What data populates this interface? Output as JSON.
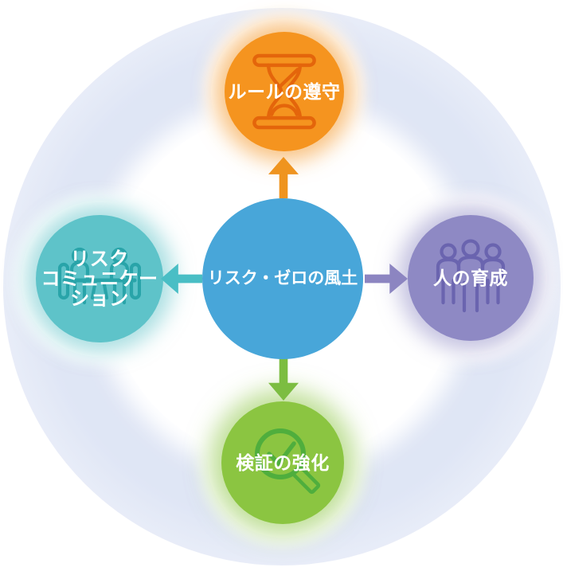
{
  "diagram": {
    "background_color": "#ffffff",
    "halo_color": "#d8e0f3",
    "center": {
      "label": "リスク・ゼロの風土",
      "color": "#48a6d9",
      "text_color": "#ffffff"
    },
    "nodes": {
      "top": {
        "label": "ルールの遵守",
        "color": "#f5941f",
        "icon": "hourglass-icon",
        "icon_color": "#e4650b",
        "arrow_direction": "up",
        "arrow_color": "#ef941f",
        "text_color": "#ffffff"
      },
      "right": {
        "label": "人の育成",
        "color": "#8e89c4",
        "icon": "people-group-icon",
        "icon_color": "#6a64af",
        "arrow_direction": "right",
        "arrow_color": "#8c85c1",
        "text_color": "#ffffff"
      },
      "bottom": {
        "label": "検証の強化",
        "color": "#8bc541",
        "icon": "magnifier-check-icon",
        "icon_color": "#4fae3d",
        "arrow_direction": "down",
        "arrow_color": "#7cbd41",
        "text_color": "#ffffff"
      },
      "left": {
        "label": "リスク\nコミュニケー\nション",
        "color": "#5ec3c9",
        "icon": "meeting-table-icon",
        "icon_color": "#29a4a9",
        "arrow_direction": "left",
        "arrow_color": "#49bec5",
        "text_color": "#ffffff"
      }
    }
  }
}
